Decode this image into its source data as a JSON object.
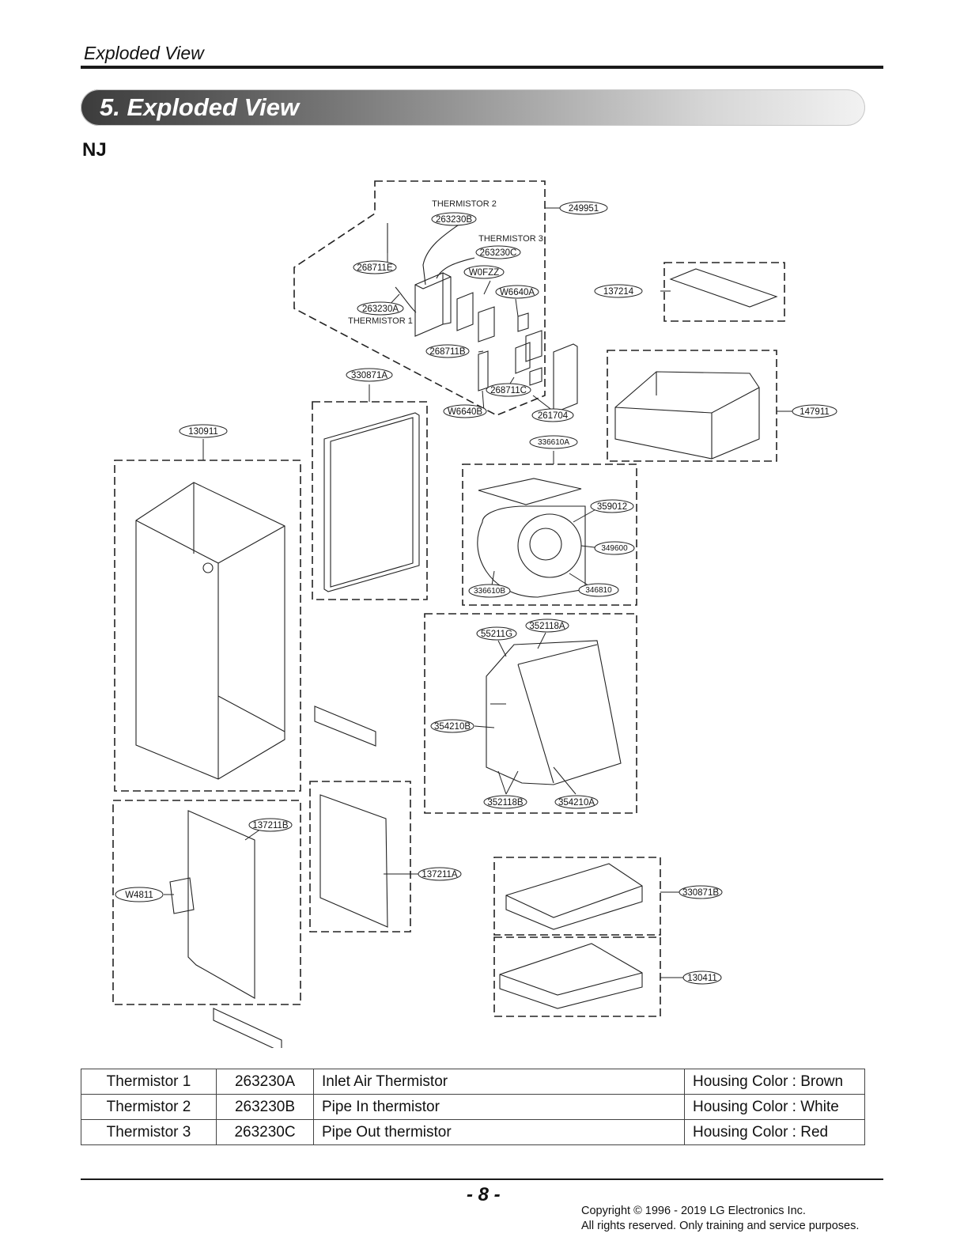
{
  "header": {
    "title": "Exploded View"
  },
  "section": {
    "title": "5. Exploded View"
  },
  "model": "NJ",
  "diagram": {
    "labels": {
      "l249951": "249951",
      "therm2": "THERMISTOR 2",
      "l263230b": "263230B",
      "therm3": "THERMISTOR 3",
      "l263230c": "263230C",
      "l268711e": "268711E",
      "lw0fzz": "W0FZZ",
      "lw6640a": "W6640A",
      "l263230a": "263230A",
      "therm1": "THERMISTOR 1",
      "l268711b": "268711B",
      "l137214": "137214",
      "l330871a": "330871A",
      "l268711c": "268711C",
      "lw6640b": "W6640B",
      "l261704": "261704",
      "l147911": "147911",
      "l130911": "130911",
      "l336610a": "336610A",
      "l359012": "359012",
      "l349600": "349600",
      "l336610b": "336610B",
      "l346810": "346810",
      "l55211g": "55211G",
      "l352118a": "352118A",
      "l354210b": "354210B",
      "l352118b": "352118B",
      "l354210a": "354210A",
      "l137211b": "137211B",
      "lw4811": "W4811",
      "l137211a": "137211A",
      "l330871b": "330871B",
      "l130411": "130411"
    }
  },
  "table": {
    "rows": [
      [
        "Thermistor 1",
        "263230A",
        "Inlet Air Thermistor",
        "Housing Color : Brown"
      ],
      [
        "Thermistor 2",
        "263230B",
        "Pipe In thermistor",
        "Housing Color : White"
      ],
      [
        "Thermistor 3",
        "263230C",
        "Pipe Out thermistor",
        "Housing Color : Red"
      ]
    ]
  },
  "footer": {
    "page": "- 8 -",
    "copyright_line1": "Copyright © 1996 - 2019 LG Electronics Inc.",
    "copyright_line2": "All rights reserved. Only training and service purposes."
  }
}
